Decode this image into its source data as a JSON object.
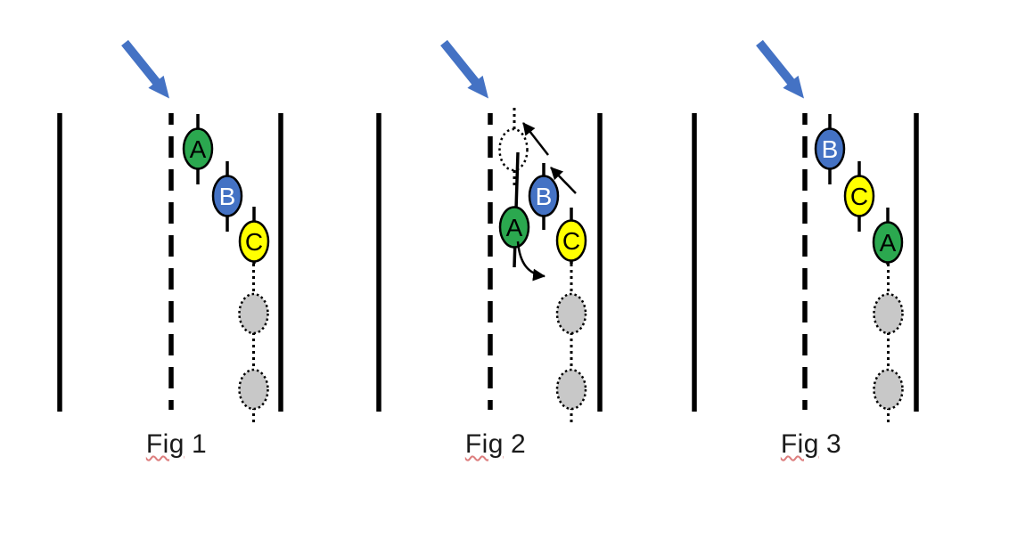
{
  "colors": {
    "arrow_blue": "#4472C4",
    "rider_green": "#2BA84F",
    "rider_blue": "#4472C4",
    "rider_yellow": "#FFFF00",
    "ghost_fill": "#FFFFFF",
    "placeholder_gray": "#C8C8C8",
    "line_black": "#000000",
    "caption_text": "#1A1A1A",
    "squiggle_red": "#DD7E7E"
  },
  "icons": {
    "direction_arrow": "thick-arrow-down-right",
    "advance_arrow": "thin-arrow-up-left",
    "drop_back_arrow": "curved-arrow-down-right",
    "ghost_position": "dotted-outline-ellipse",
    "placeholder_rider": "gray-dotted-ellipse"
  },
  "fig1": {
    "caption": {
      "word": "Fig",
      "number": "1"
    },
    "riders": {
      "top": {
        "label": "A",
        "fill": "#2BA84F",
        "letter_color": "#000000"
      },
      "middle": {
        "label": "B",
        "fill": "#4472C4",
        "letter_color": "#FFFFFF"
      },
      "bottom": {
        "label": "C",
        "fill": "#FFFF00",
        "letter_color": "#000000"
      }
    }
  },
  "fig2": {
    "caption": {
      "word": "Fig",
      "number": "2"
    },
    "riders": {
      "pulling_off": {
        "label": "A",
        "fill": "#2BA84F",
        "letter_color": "#000000"
      },
      "middle": {
        "label": "B",
        "fill": "#4472C4",
        "letter_color": "#FFFFFF"
      },
      "bottom": {
        "label": "C",
        "fill": "#FFFF00",
        "letter_color": "#000000"
      }
    }
  },
  "fig3": {
    "caption": {
      "word": "Fig",
      "number": "3"
    },
    "riders": {
      "top": {
        "label": "B",
        "fill": "#4472C4",
        "letter_color": "#FFFFFF"
      },
      "middle": {
        "label": "C",
        "fill": "#FFFF00",
        "letter_color": "#000000"
      },
      "bottom": {
        "label": "A",
        "fill": "#2BA84F",
        "letter_color": "#000000"
      }
    }
  }
}
